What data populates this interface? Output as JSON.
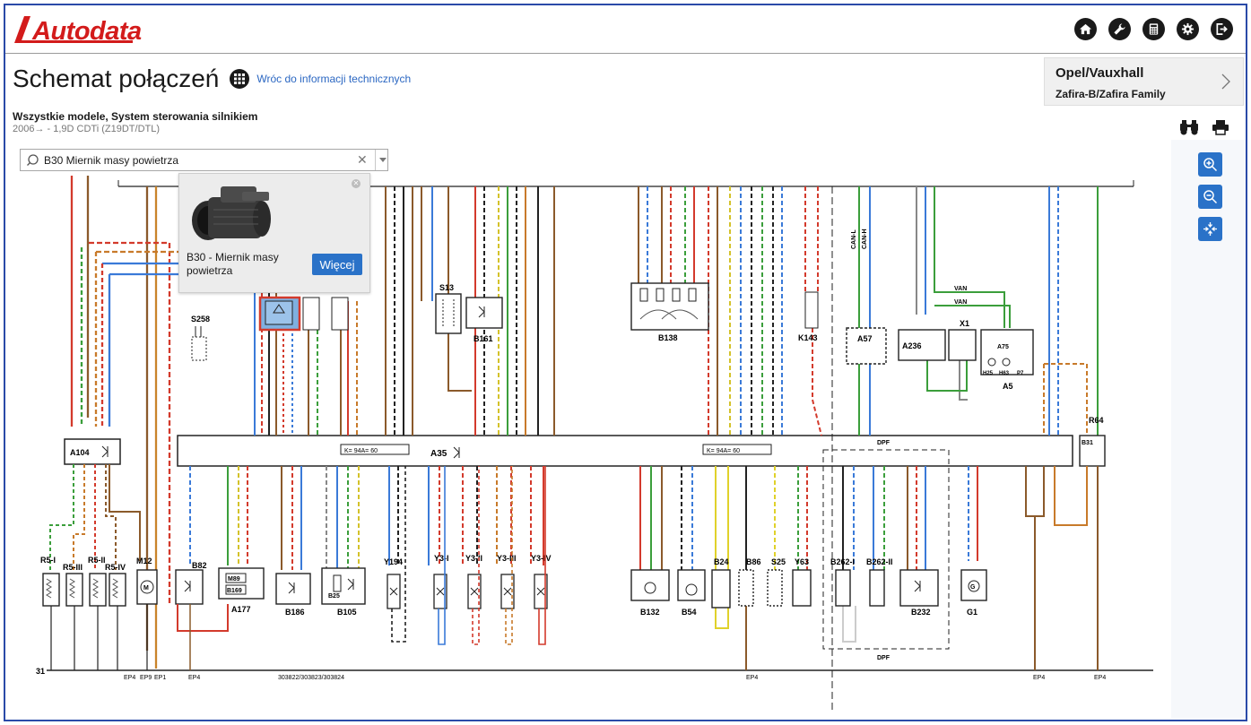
{
  "header": {
    "logo_text": "Autodata",
    "icons": [
      "home-icon",
      "wrench-icon",
      "calculator-icon",
      "settings-icon",
      "logout-icon"
    ]
  },
  "page": {
    "title": "Schemat połączeń",
    "back_link": "Wróc do informacji technicznych",
    "subtitle": "Wszystkie modele, System sterowania silnikiem",
    "engine": "2006→ - 1,9D CDTi (Z19DT/DTL)"
  },
  "vehicle": {
    "make": "Opel/Vauxhall",
    "model": "Zafira-B/Zafira Family"
  },
  "search": {
    "value": "B30 Miernik masy powietrza",
    "placeholder": ""
  },
  "popup": {
    "caption": "B30 - Miernik masy powietrza",
    "more_label": "Więcej"
  },
  "diagram": {
    "ground_label": "31",
    "ref_numbers": "303822/303823/303824",
    "ecu_label": "A35",
    "resistance_left": "K= 94A= 60",
    "resistance_right": "K= 94A= 60",
    "dpf_label": "DPF",
    "components": {
      "a104": "A104",
      "s258": "S258",
      "s13": "S13",
      "b161": "B161",
      "b138": "B138",
      "k143": "K143",
      "a57": "A57",
      "a236": "A236",
      "x1": "X1",
      "a75": "A75",
      "a5": "A5",
      "r64": "R64",
      "b31": "B31",
      "r5_1": "R5-I",
      "r5_3": "R5-III",
      "r5_2": "R5-II",
      "r5_4": "R5-IV",
      "m12": "M12",
      "b82": "B82",
      "a177": "A177",
      "m89": "M89",
      "b169": "B169",
      "b186": "B186",
      "b105": "B105",
      "b25": "B25",
      "y194": "Y194",
      "y3_1": "Y3-I",
      "y3_2": "Y3-II",
      "y3_3": "Y3-III",
      "y3_4": "Y3-IV",
      "b132": "B132",
      "b54": "B54",
      "b24": "B24",
      "b86": "B86",
      "s25": "S25",
      "y63": "Y63",
      "b262_1": "B262-I",
      "b262_2": "B262-II",
      "b232": "B232",
      "g1": "G1",
      "h25": "H25",
      "h63": "H63",
      "p7": "P7"
    },
    "bus_labels": {
      "van": "VAN",
      "canl": "CAN-L",
      "canh": "CAN-H"
    },
    "ep_labels": [
      "EP4",
      "EP9",
      "EP1",
      "EP4",
      "EP4",
      "EP4",
      "EP4"
    ]
  }
}
